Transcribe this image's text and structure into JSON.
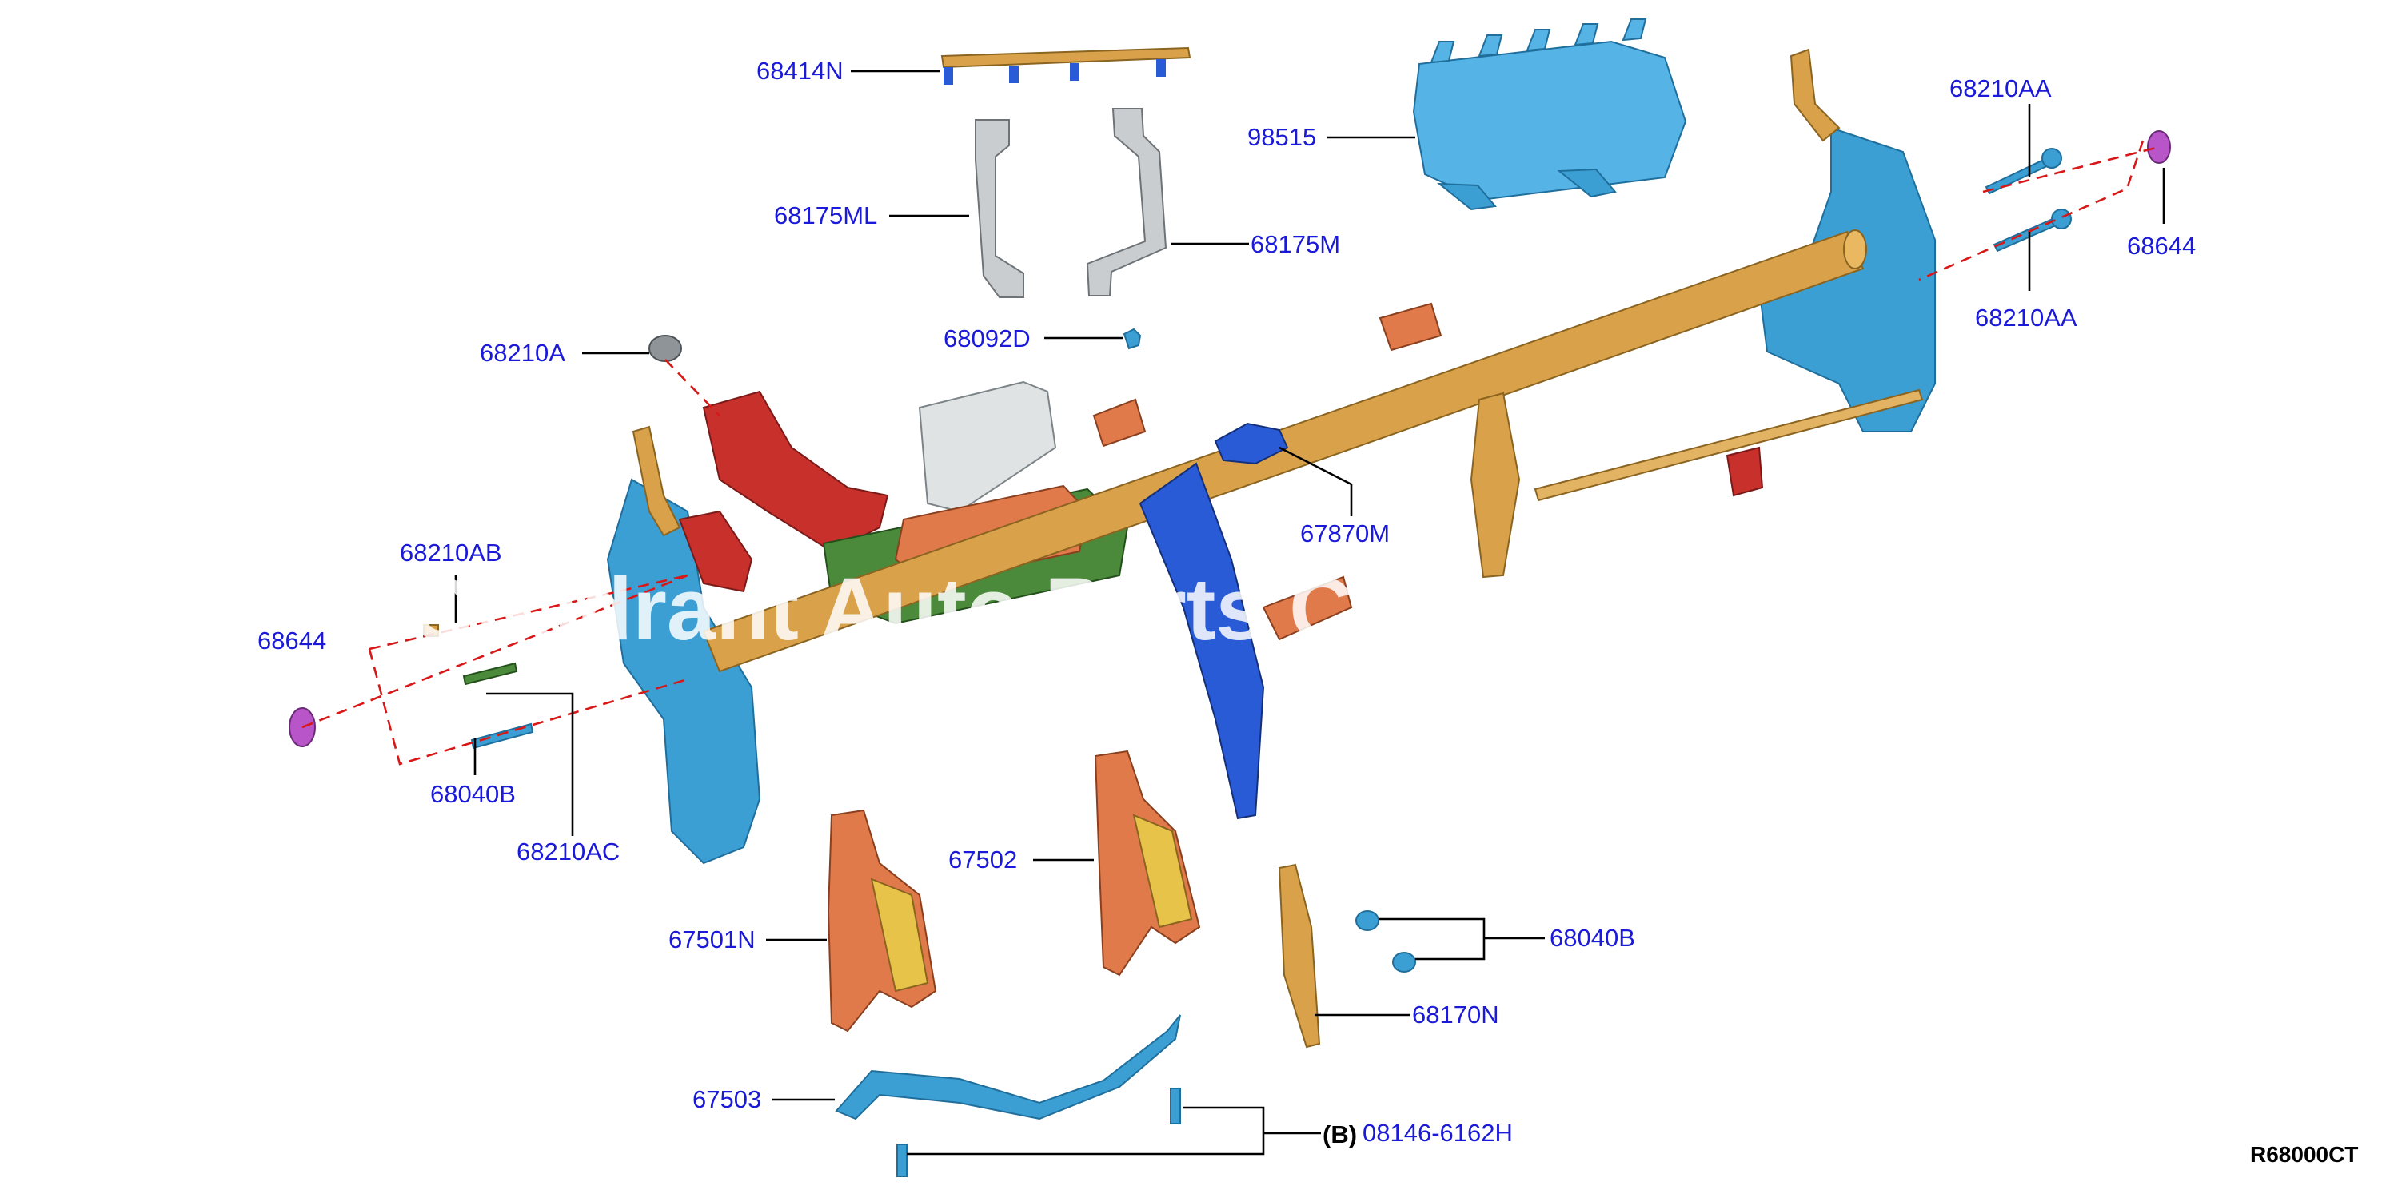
{
  "colors": {
    "label": "#1a1ad8",
    "gold": "#d9a24a",
    "cyan": "#3b9fd4",
    "red": "#c8302c",
    "orange": "#e07a4a",
    "blue": "#2a5bd7",
    "silver": "#b8bfc2",
    "magenta": "#b855c8",
    "leader_dash": "#d81818"
  },
  "labels": {
    "p68414N": "68414N",
    "p98515": "98515",
    "p68175ML": "68175ML",
    "p68175M": "68175M",
    "p68092D": "68092D",
    "p68210A": "68210A",
    "p68210AA_top": "68210AA",
    "p68644_right": "68644",
    "p68210AA_bottom": "68210AA",
    "p67870M": "67870M",
    "p68210AB": "68210AB",
    "p68644_left": "68644",
    "p68040B_left": "68040B",
    "p68210AC": "68210AC",
    "p67502": "67502",
    "p67501N": "67501N",
    "p68040B_right": "68040B",
    "p68170N": "68170N",
    "p67503": "67503",
    "ref_b": "(B)",
    "p08146_6162H": "08146-6162H"
  },
  "watermark": "Quadrant Auto Parts Co.",
  "diagram_id": "R68000CT"
}
